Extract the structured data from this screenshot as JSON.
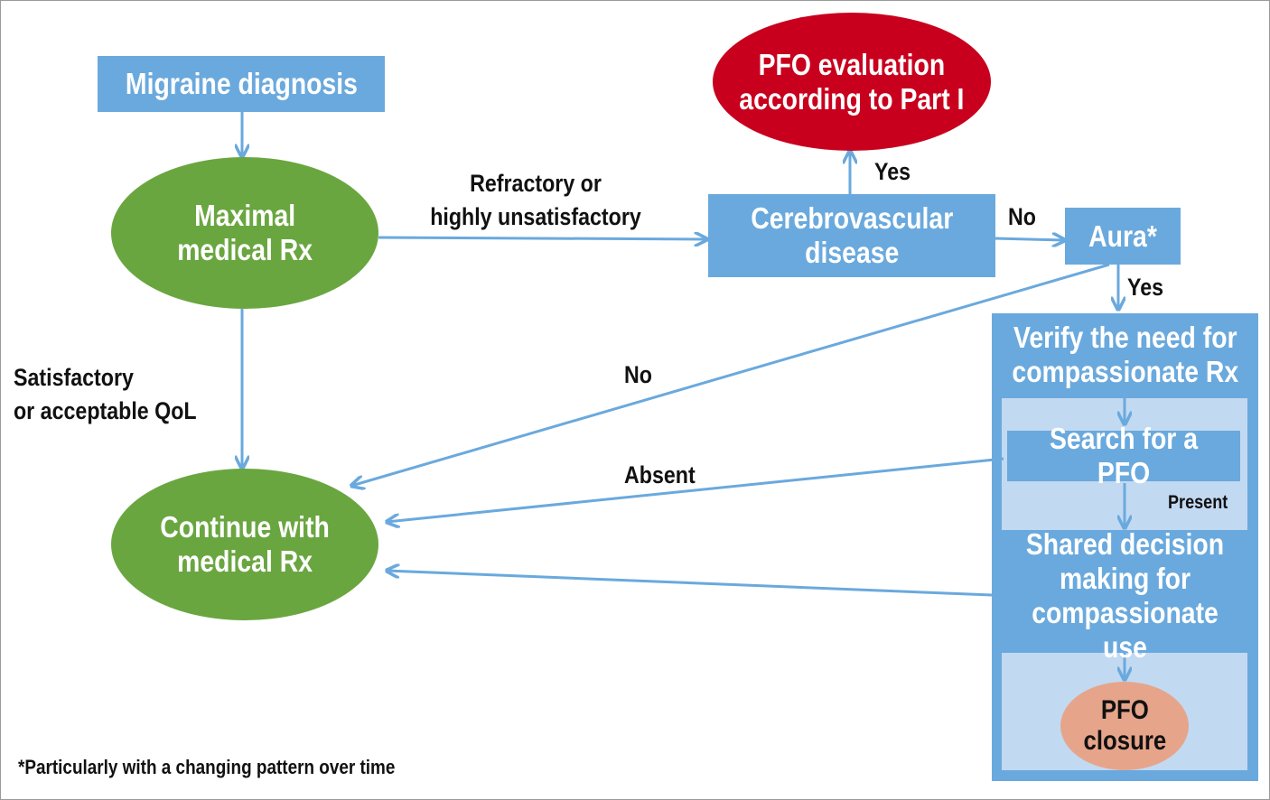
{
  "nodes": {
    "migraine": "Migraine diagnosis",
    "maximal": "Maximal\nmedical Rx",
    "pfo_eval": "PFO evaluation\naccording to Part I",
    "cerebro": "Cerebrovascular\ndisease",
    "aura": "Aura*",
    "verify": "Verify the need for\ncompassionate Rx",
    "search": "Search for a PFO",
    "shared": "Shared decision\nmaking for\ncompassionate use",
    "closure": "PFO\nclosure",
    "continue": "Continue with\nmedical Rx"
  },
  "edge_labels": {
    "refractory": "Refractory or\nhighly unsatisfactory",
    "satisfactory": "Satisfactory\nor acceptable QoL",
    "yes_cerebro": "Yes",
    "no_cerebro": "No",
    "yes_aura": "Yes",
    "no_aura": "No",
    "absent": "Absent",
    "present": "Present"
  },
  "footnote": "*Particularly with a changing pattern over time",
  "colors": {
    "box_blue": "#6aa9dd",
    "panel_light": "#c2d9f2",
    "oval_green": "#6aa640",
    "oval_red": "#c8001e",
    "oval_salmon": "#e6a58a",
    "arrow": "#6aa9dd"
  }
}
